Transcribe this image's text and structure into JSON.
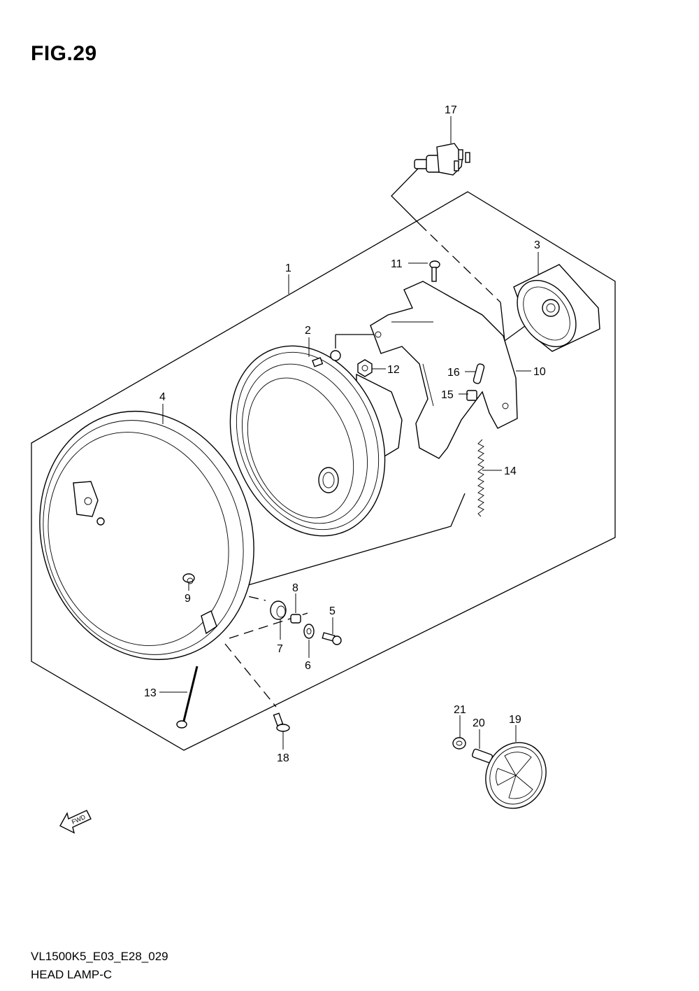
{
  "figure": {
    "title": "FIG.29",
    "model_code": "VL1500K5_E03_E28_029",
    "section_name": "HEAD LAMP-C",
    "direction_marker": "FWD"
  },
  "callouts": [
    {
      "id": "c1",
      "number": "1",
      "part": "head lamp assembly (outline box)"
    },
    {
      "id": "c2",
      "number": "2",
      "part": "head lamp unit"
    },
    {
      "id": "c3",
      "number": "3",
      "part": "socket cover"
    },
    {
      "id": "c4",
      "number": "4",
      "part": "head lamp housing"
    },
    {
      "id": "c5",
      "number": "5",
      "part": "screw"
    },
    {
      "id": "c6",
      "number": "6",
      "part": "washer"
    },
    {
      "id": "c7",
      "number": "7",
      "part": "cushion"
    },
    {
      "id": "c8",
      "number": "8",
      "part": "spacer"
    },
    {
      "id": "c9",
      "number": "9",
      "part": "nut"
    },
    {
      "id": "c10",
      "number": "10",
      "part": "bracket"
    },
    {
      "id": "c11",
      "number": "11",
      "part": "screw"
    },
    {
      "id": "c12",
      "number": "12",
      "part": "nut"
    },
    {
      "id": "c13",
      "number": "13",
      "part": "adjusting screw"
    },
    {
      "id": "c14",
      "number": "14",
      "part": "spring"
    },
    {
      "id": "c15",
      "number": "15",
      "part": "clip"
    },
    {
      "id": "c16",
      "number": "16",
      "part": "pin"
    },
    {
      "id": "c17",
      "number": "17",
      "part": "bulb"
    },
    {
      "id": "c18",
      "number": "18",
      "part": "screw"
    },
    {
      "id": "c19",
      "number": "19",
      "part": "reflector"
    },
    {
      "id": "c20",
      "number": "20",
      "part": "stud"
    },
    {
      "id": "c21",
      "number": "21",
      "part": "washer"
    }
  ]
}
